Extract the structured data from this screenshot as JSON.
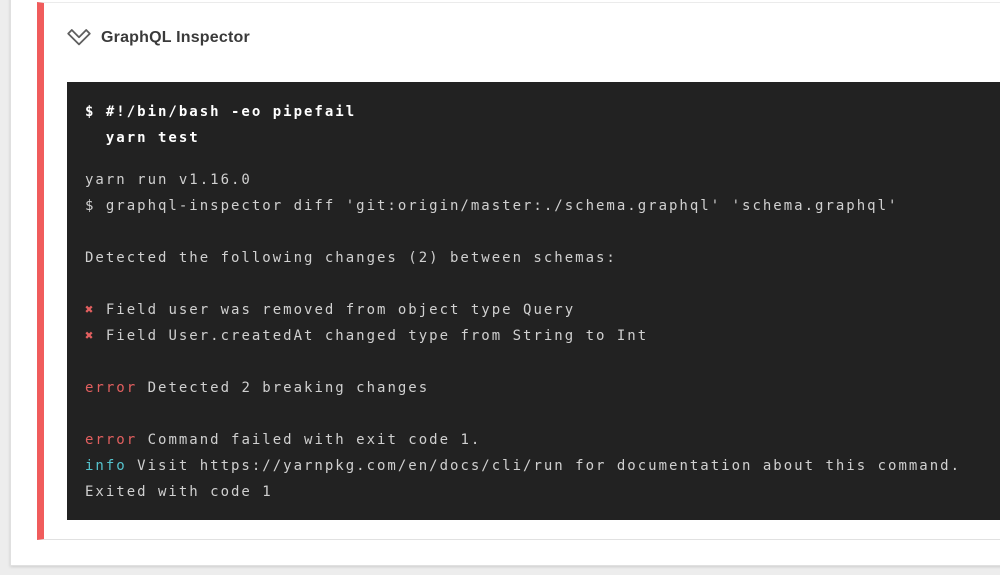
{
  "page_background": "#ededed",
  "step": {
    "title": "GraphQL Inspector",
    "status_color": "#f05c5c",
    "collapse_icon": "chevron-down-outline-icon"
  },
  "terminal": {
    "background": "#222222",
    "colors": {
      "default": "#d0d0d0",
      "command": "#ffffff",
      "red": "#e25f5f",
      "cyan": "#55c3cd"
    },
    "command_lines": [
      "$ #!/bin/bash -eo pipefail",
      "  yarn test"
    ],
    "output_lines": [
      [
        {
          "t": "yarn run v1.16.0"
        }
      ],
      [
        {
          "t": "$ graphql-inspector diff 'git:origin/master:./schema.graphql' 'schema.graphql'"
        }
      ],
      [],
      [
        {
          "t": "Detected the following changes (2) between schemas:"
        }
      ],
      [],
      [
        {
          "t": "✖",
          "c": "red"
        },
        {
          "t": " Field user was removed from object type Query"
        }
      ],
      [
        {
          "t": "✖",
          "c": "red"
        },
        {
          "t": " Field User.createdAt changed type from String to Int"
        }
      ],
      [],
      [
        {
          "t": "error",
          "c": "red"
        },
        {
          "t": " Detected 2 breaking changes"
        }
      ],
      [],
      [
        {
          "t": "error",
          "c": "red"
        },
        {
          "t": " Command failed with exit code 1."
        }
      ],
      [
        {
          "t": "info",
          "c": "cyan"
        },
        {
          "t": " Visit https://yarnpkg.com/en/docs/cli/run for documentation about this command."
        }
      ],
      [
        {
          "t": "Exited with code 1"
        }
      ]
    ]
  }
}
